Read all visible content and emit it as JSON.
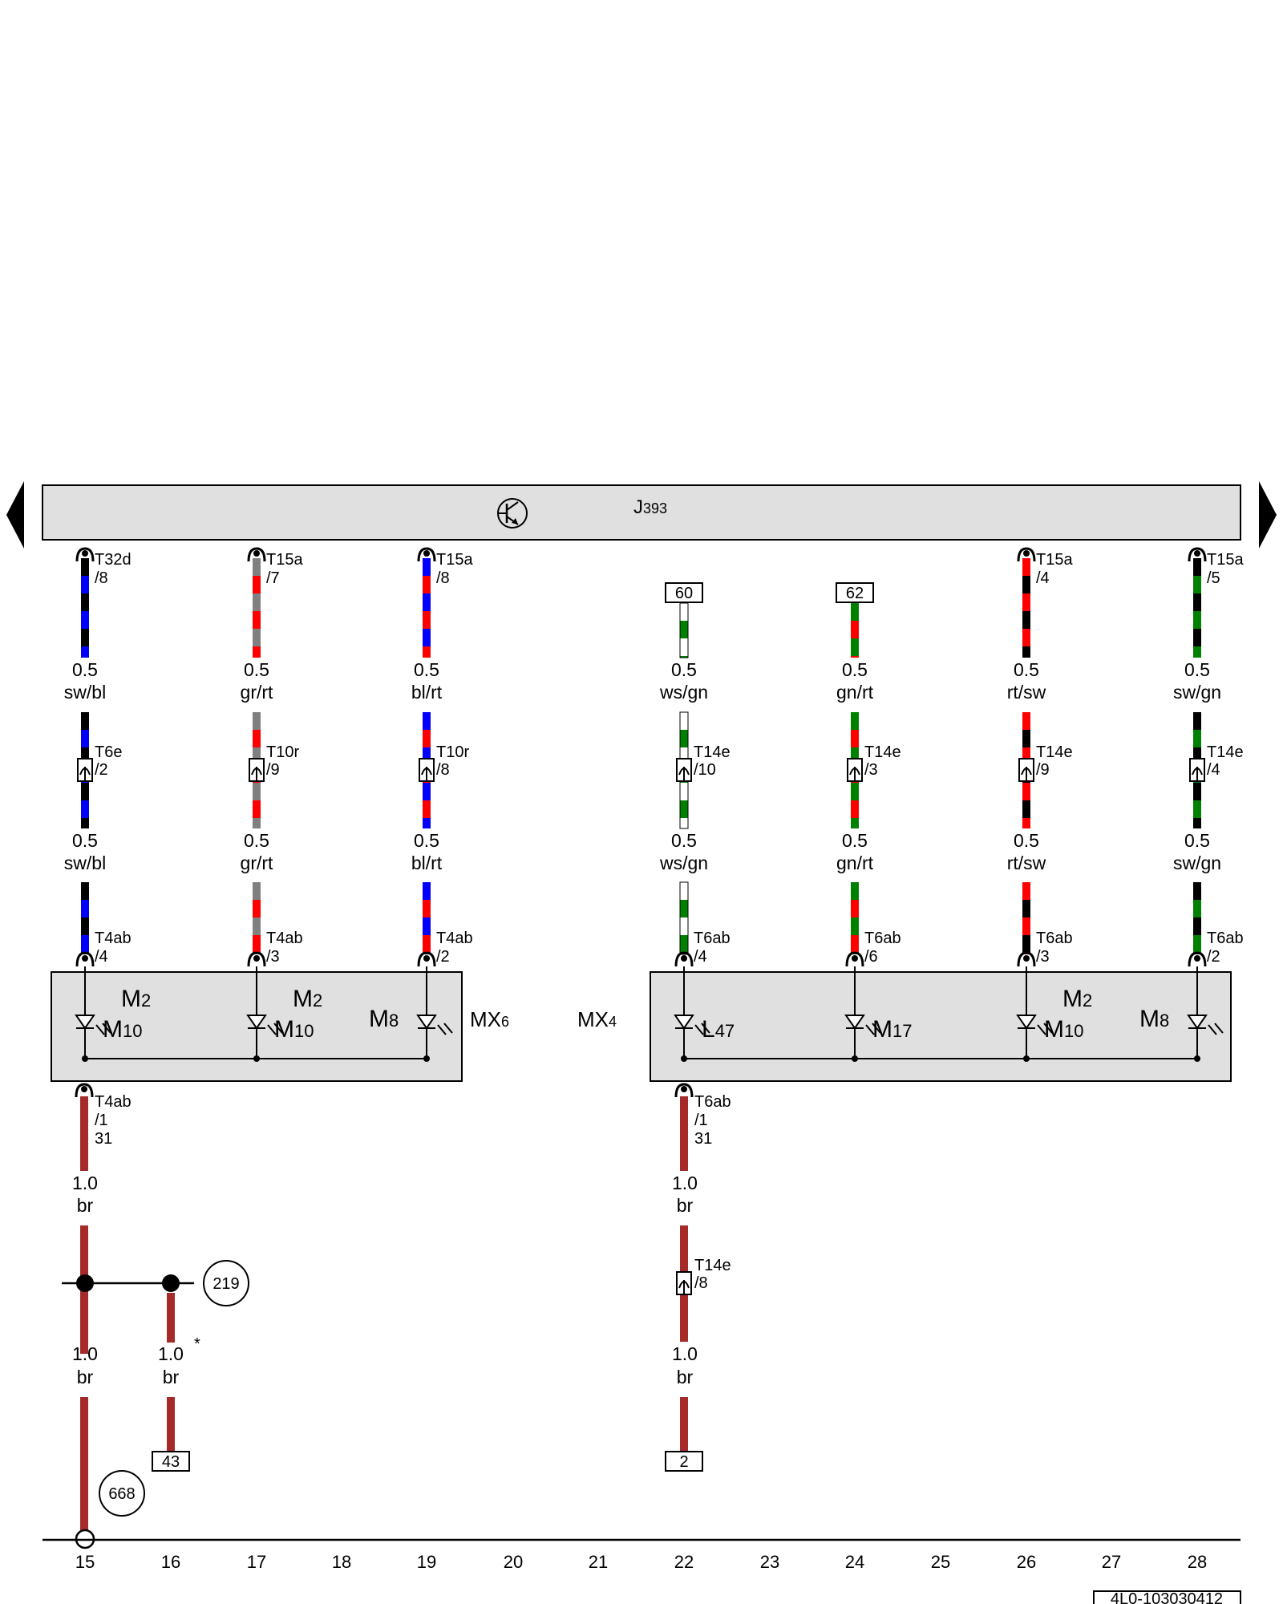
{
  "control_unit": {
    "name": "J",
    "sub": "393"
  },
  "ground_wire": {
    "gauge": "1.0",
    "color": "br",
    "hex": "#a52a2a"
  },
  "ground_pins": [
    {
      "conn": "T4ab",
      "pin": "/1",
      "term": "31"
    },
    {
      "conn": "T6ab",
      "pin": "/1",
      "term": "31"
    }
  ],
  "ground_paths": {
    "left_splice_ref": "219",
    "left_ground_ref": "668",
    "left_branch_terminal": "43",
    "left_branch_asterisk": "*",
    "right_connector": {
      "conn": "T14e",
      "pin": "/8"
    },
    "right_terminal": "2"
  },
  "wires": [
    {
      "top_conn": "T32d",
      "top_pin": "/8",
      "gauge": "0.5",
      "color": "sw/bl",
      "mid_conn": "T6e",
      "mid_pin": "/2",
      "bot_conn": "T4ab",
      "bot_pin": "/4",
      "colors": [
        "#000000",
        "#0000ff"
      ]
    },
    {
      "top_conn": "T15a",
      "top_pin": "/7",
      "gauge": "0.5",
      "color": "gr/rt",
      "mid_conn": "T10r",
      "mid_pin": "/9",
      "bot_conn": "T4ab",
      "bot_pin": "/3",
      "colors": [
        "#808080",
        "#ff0000"
      ]
    },
    {
      "top_conn": "T15a",
      "top_pin": "/8",
      "gauge": "0.5",
      "color": "bl/rt",
      "mid_conn": "T10r",
      "mid_pin": "/8",
      "bot_conn": "T4ab",
      "bot_pin": "/2",
      "colors": [
        "#0000ff",
        "#ff0000"
      ]
    },
    {
      "top_terminal": "60",
      "gauge": "0.5",
      "color": "ws/gn",
      "mid_conn": "T14e",
      "mid_pin": "/10",
      "bot_conn": "T6ab",
      "bot_pin": "/4",
      "colors": [
        "#ffffff",
        "#008000"
      ]
    },
    {
      "top_terminal": "62",
      "gauge": "0.5",
      "color": "gn/rt",
      "mid_conn": "T14e",
      "mid_pin": "/3",
      "bot_conn": "T6ab",
      "bot_pin": "/6",
      "colors": [
        "#008000",
        "#ff0000"
      ]
    },
    {
      "top_conn": "T15a",
      "top_pin": "/4",
      "gauge": "0.5",
      "color": "rt/sw",
      "mid_conn": "T14e",
      "mid_pin": "/9",
      "bot_conn": "T6ab",
      "bot_pin": "/3",
      "colors": [
        "#ff0000",
        "#000000"
      ]
    },
    {
      "top_conn": "T15a",
      "top_pin": "/5",
      "gauge": "0.5",
      "color": "sw/gn",
      "mid_conn": "T14e",
      "mid_pin": "/4",
      "bot_conn": "T6ab",
      "bot_pin": "/2",
      "colors": [
        "#000000",
        "#008000"
      ]
    }
  ],
  "modules": [
    {
      "name": "MX",
      "sub": "6",
      "lamps": [
        {
          "top": "M",
          "top_sub": "2",
          "label": "M",
          "label_sub": "10"
        },
        {
          "top": "M",
          "top_sub": "2",
          "label": "M",
          "label_sub": "10"
        },
        {
          "label": "M",
          "label_sub": "8"
        }
      ]
    },
    {
      "name": "MX",
      "sub": "4",
      "lamps": [
        {
          "label": "L",
          "label_sub": "47"
        },
        {
          "label": "M",
          "label_sub": "17"
        },
        {
          "top": "M",
          "top_sub": "2",
          "label": "M",
          "label_sub": "10"
        },
        {
          "label": "M",
          "label_sub": "8"
        }
      ]
    }
  ],
  "columns": [
    "15",
    "16",
    "17",
    "18",
    "19",
    "20",
    "21",
    "22",
    "23",
    "24",
    "25",
    "26",
    "27",
    "28"
  ],
  "drawing_id": "4L0-103030412",
  "colors": {
    "wire_brown": "#a52a2a",
    "box_fill": "#e0e0e0",
    "outline": "#000000"
  }
}
